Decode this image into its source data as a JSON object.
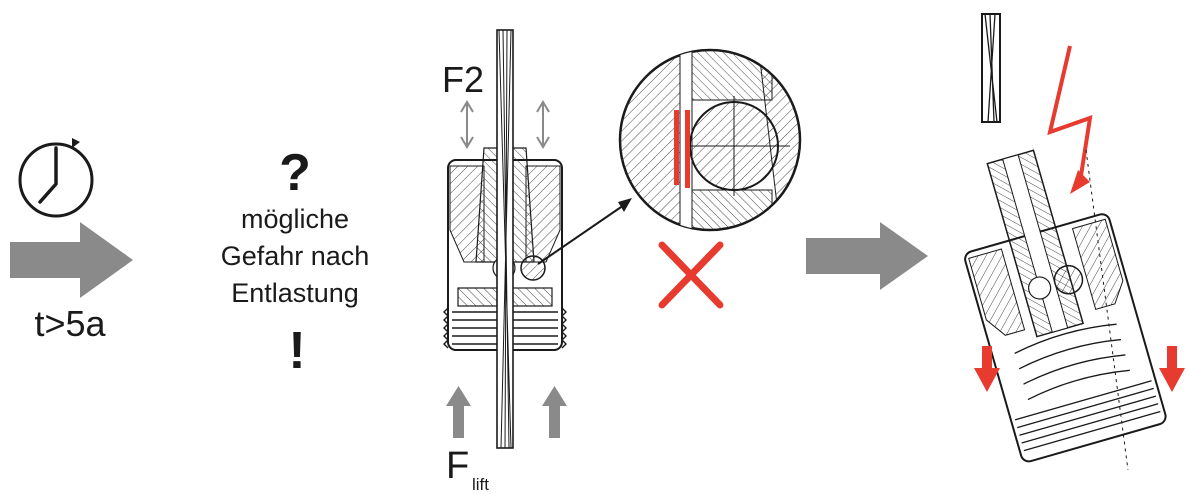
{
  "labels": {
    "time": "t>5a",
    "question_mark": "?",
    "warning_lines": [
      "mögliche",
      "Gefahr nach",
      "Entlastung"
    ],
    "exclamation_mark": "!",
    "force_top": "F2",
    "force_bottom": "F",
    "force_bottom_subscript": "lift"
  },
  "colors": {
    "arrow_gray": "#8a8a8a",
    "accent_red": "#e63b2e",
    "line_dark": "#1a1a1a"
  },
  "icons": [
    "clock-icon",
    "cross-icon",
    "lightning-icon"
  ]
}
